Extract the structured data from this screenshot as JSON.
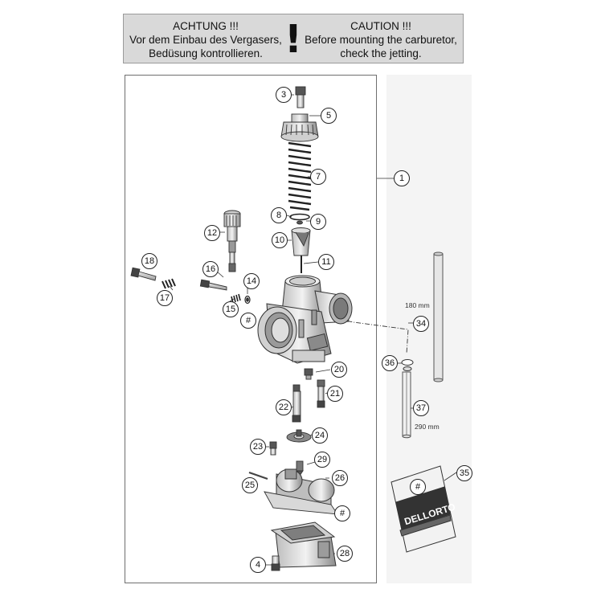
{
  "warning": {
    "german_heading": "ACHTUNG !!!",
    "german_line1": "Vor dem Einbau des Vergasers,",
    "german_line2": "Bedüsung kontrollieren.",
    "mark": "!",
    "english_heading": "CAUTION !!!",
    "english_line1": "Before mounting the carburetor,",
    "english_line2": "check the jetting."
  },
  "callouts": {
    "c1": "1",
    "c3": "3",
    "c4": "4",
    "c5": "5",
    "c7": "7",
    "c8": "8",
    "c9": "9",
    "c10": "10",
    "c11": "11",
    "c12": "12",
    "c14": "14",
    "c15": "15",
    "c16": "16",
    "c17": "17",
    "c18": "18",
    "c20": "20",
    "c21": "21",
    "c22": "22",
    "c23": "23",
    "c24": "24",
    "c25": "25",
    "c26": "26",
    "c28": "28",
    "c29": "29",
    "c34": "34",
    "c35": "35",
    "c36": "36",
    "c37": "37",
    "hash_a": "#",
    "hash_b": "#",
    "hash_c": "#"
  },
  "dimensions": {
    "hose_34": "180 mm",
    "hose_37": "290 mm"
  },
  "packet": {
    "brand": "DELLORTO"
  }
}
